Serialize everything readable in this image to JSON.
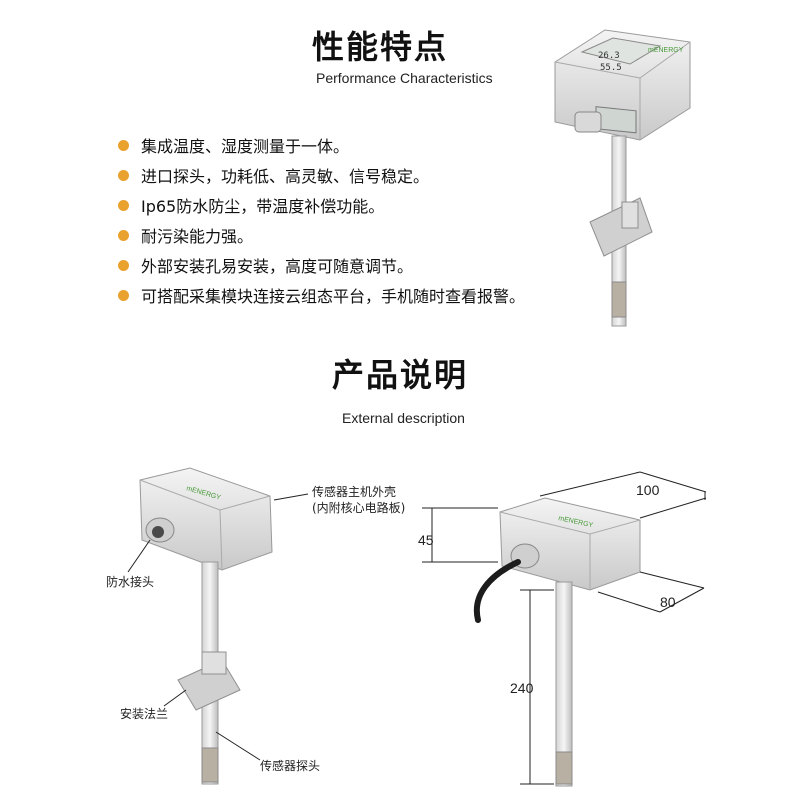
{
  "section1": {
    "title": "性能特点",
    "subtitle": "Performance Characteristics",
    "features": [
      "集成温度、湿度测量于一体。",
      "进口探头，功耗低、高灵敏、信号稳定。",
      "Ip65防水防尘，带温度补偿功能。",
      "耐污染能力强。",
      "外部安装孔易安装，高度可随意调节。",
      "可搭配采集模块连接云组态平台，手机随时查看报警。"
    ],
    "bullet_color": "#e8a22d"
  },
  "section2": {
    "title": "产品说明",
    "subtitle": "External description",
    "labels": {
      "housing_line1": "传感器主机外壳",
      "housing_line2": "(内附核心电路板)",
      "waterproof": "防水接头",
      "flange": "安装法兰",
      "probe": "传感器探头"
    },
    "dimensions": {
      "width": "100",
      "depth": "80",
      "height": "45",
      "length": "240"
    }
  },
  "device": {
    "brand": "mENERGY",
    "lcd_values": [
      "26.3",
      "55.5"
    ]
  }
}
